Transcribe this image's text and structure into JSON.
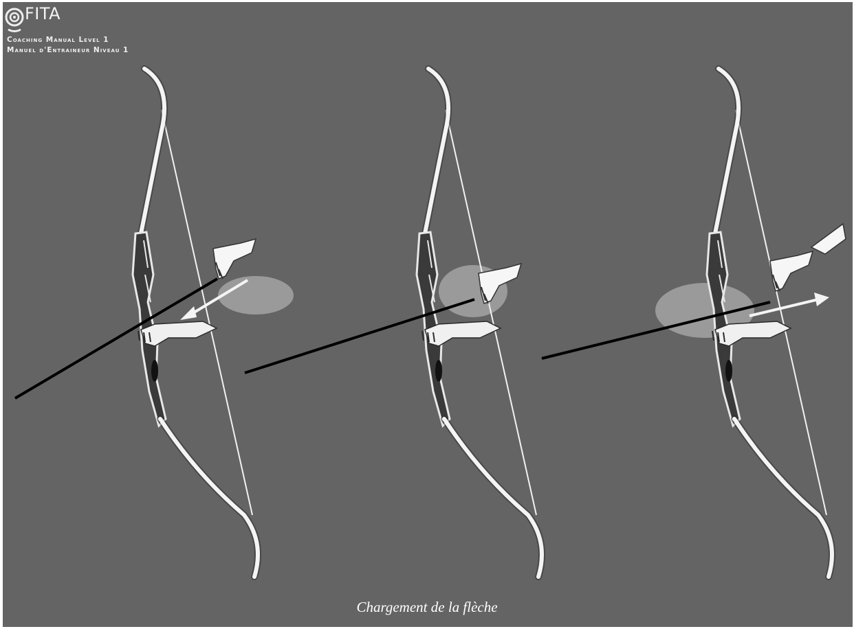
{
  "header": {
    "brand": "FITA",
    "line1": "Coaching Manual Level 1",
    "line2": "Manuel d'Entraineur Niveau 1"
  },
  "caption": "Chargement de la flèche",
  "colors": {
    "background": "#646464",
    "bow": "#f2f2f2",
    "arrow_shaft": "#000000",
    "highlight": "#9a9a9a"
  },
  "illustrations": [
    {
      "step": "arrow placed on the rest, hand pushing it forward"
    },
    {
      "step": "hand guiding the arrow onto the string"
    },
    {
      "step": "hand releasing, arrow nocked and pointing forward"
    }
  ]
}
